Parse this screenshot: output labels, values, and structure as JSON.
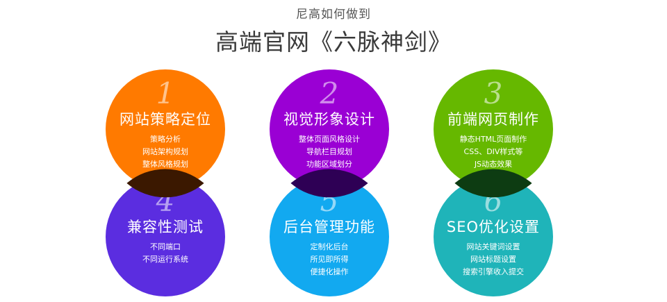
{
  "header": {
    "subtitle": "尼高如何做到",
    "title": "高端官网《六脉神剑》"
  },
  "steps": [
    {
      "num": "1",
      "heading": "网站策略定位",
      "color": "#ff7a00",
      "items": [
        "策略分析",
        "网站架构规划",
        "整体风格规划"
      ]
    },
    {
      "num": "2",
      "heading": "视觉形象设计",
      "color": "#9a00d4",
      "items": [
        "整体页面风格设计",
        "导航栏目规划",
        "功能区域划分"
      ]
    },
    {
      "num": "3",
      "heading": "前端网页制作",
      "color": "#66b800",
      "items": [
        "静态HTML页面制作",
        "CSS、DIV样式等",
        "JS动态效果"
      ]
    },
    {
      "num": "4",
      "heading": "兼容性测试",
      "color": "#5b2de0",
      "items": [
        "不同端口",
        "不同运行系统"
      ]
    },
    {
      "num": "5",
      "heading": "后台管理功能",
      "color": "#12a9f0",
      "items": [
        "定制化后台",
        "所见即所得",
        "便捷化操作"
      ]
    },
    {
      "num": "6",
      "heading": "SEO优化设置",
      "color": "#1fb4b9",
      "items": [
        "网站关键词设置",
        "网站标题设置",
        "搜索引擎收入提交"
      ]
    }
  ],
  "overlap_colors": [
    "#3b1800",
    "#2e0055",
    "#0d3c12"
  ]
}
